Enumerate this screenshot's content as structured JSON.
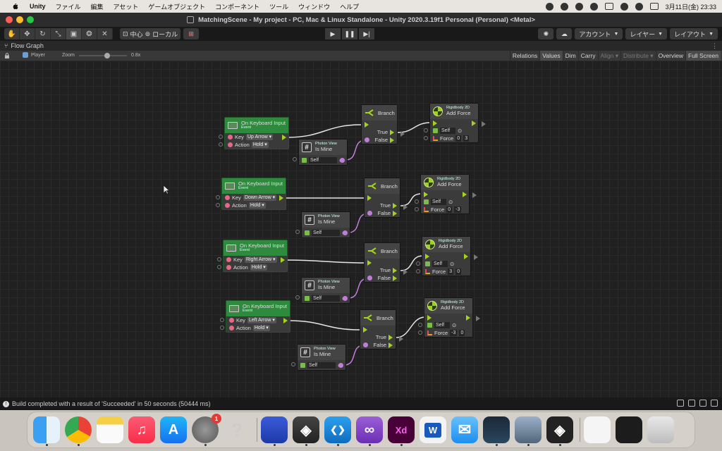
{
  "menubar": {
    "app_name": "Unity",
    "items": [
      "ファイル",
      "編集",
      "アセット",
      "ゲームオブジェクト",
      "コンポーネント",
      "ツール",
      "ウィンドウ",
      "ヘルプ"
    ],
    "clock": "3月11日(金)  23:33"
  },
  "window": {
    "title": "MatchingScene - My project - PC, Mac & Linux Standalone - Unity 2020.3.19f1 Personal (Personal) <Metal>"
  },
  "toolbar": {
    "pivot_label": "中心",
    "space_label": "ローカル",
    "account_label": "アカウント",
    "layers_label": "レイヤー",
    "layout_label": "レイアウト"
  },
  "flow_graph": {
    "tab_title": "Flow Graph",
    "target": "Player",
    "zoom_label": "Zoom",
    "zoom_value": "0.8x",
    "zoom_fraction": 0.6,
    "options": [
      "Relations",
      "Values",
      "Dim",
      "Carry",
      "Align",
      "Distribute",
      "Overview",
      "Full Screen"
    ],
    "options_on": [
      "Values",
      "Full Screen"
    ],
    "options_disabled": [
      "Align",
      "Distribute"
    ]
  },
  "nodes": {
    "keyboard": {
      "title": "On Keyboard Input",
      "subtitle": "Event",
      "key_label": "Key",
      "action_label": "Action",
      "action_value": "Hold"
    },
    "photon": {
      "subtitle": "Photon View",
      "title": "Is Mine",
      "self_value": "Self"
    },
    "branch": {
      "title": "Branch",
      "true_label": "True",
      "false_label": "False"
    },
    "force": {
      "subtitle": "Rigidbody 2D",
      "title": "Add Force",
      "self_label": "Self",
      "force_label": "Force"
    },
    "groups": [
      {
        "key": "Up Arrow",
        "fx": "0",
        "fy": "3"
      },
      {
        "key": "Down Arrow",
        "fx": "0",
        "fy": "-3"
      },
      {
        "key": "Right Arrow",
        "fx": "3",
        "fy": "0"
      },
      {
        "key": "Left Arrow",
        "fx": "-3",
        "fy": "0"
      }
    ]
  },
  "status": {
    "message": "Build completed with a result of 'Succeeded' in 50 seconds (50444 ms)"
  },
  "dock": {
    "apps": [
      "Finder",
      "Chrome",
      "Notes",
      "Music",
      "App Store",
      "System Preferences",
      "Help",
      "Word Tool",
      "Unity Hub",
      "VS Code",
      "Visual Studio",
      "Adobe XD",
      "Word",
      "Mail",
      "Steam",
      "QuickTime",
      "Unity",
      "Preview Window",
      "Terminal Window",
      "Trash"
    ],
    "settings_badge": "1",
    "xd_label": "Xd",
    "word_label": "W"
  }
}
